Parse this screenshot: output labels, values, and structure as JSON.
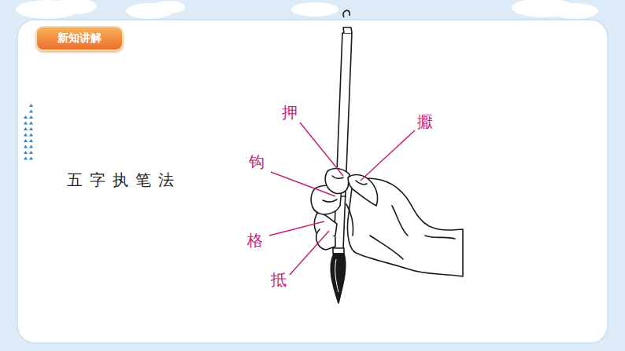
{
  "diagram": {
    "title": "五字执笔法",
    "nodes": [
      {
        "text": [
          "新知讲解"
        ]
      }
    ],
    "labels": [
      "押",
      "擫",
      "钩",
      "格",
      "抵"
    ]
  }
}
